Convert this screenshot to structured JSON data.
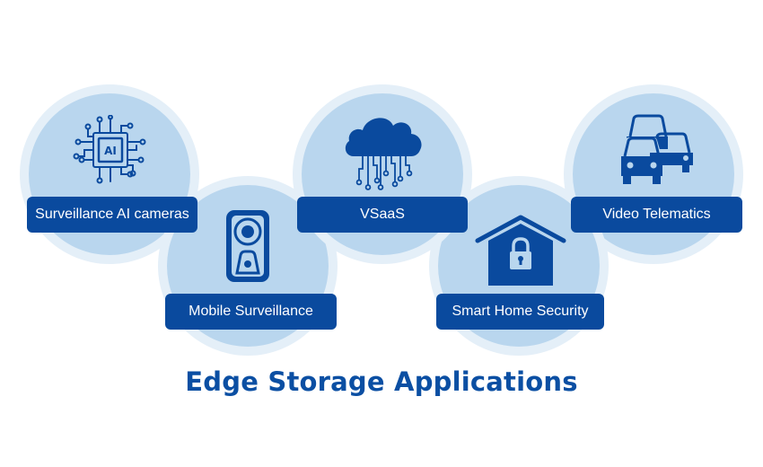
{
  "title": "Edge Storage Applications",
  "colors": {
    "primary": "#0a4a9e",
    "circle_fill": "#b9d6ee",
    "circle_ring": "#e4eff8",
    "title": "#0b4fa3"
  },
  "applications": [
    {
      "label": "Surveillance AI cameras",
      "icon": "ai-chip-icon"
    },
    {
      "label": "Mobile Surveillance",
      "icon": "body-camera-icon"
    },
    {
      "label": "VSaaS",
      "icon": "cloud-network-icon"
    },
    {
      "label": "Smart Home Security",
      "icon": "house-lock-icon"
    },
    {
      "label": "Video Telematics",
      "icon": "cars-icon"
    }
  ],
  "chip_text": "AI"
}
